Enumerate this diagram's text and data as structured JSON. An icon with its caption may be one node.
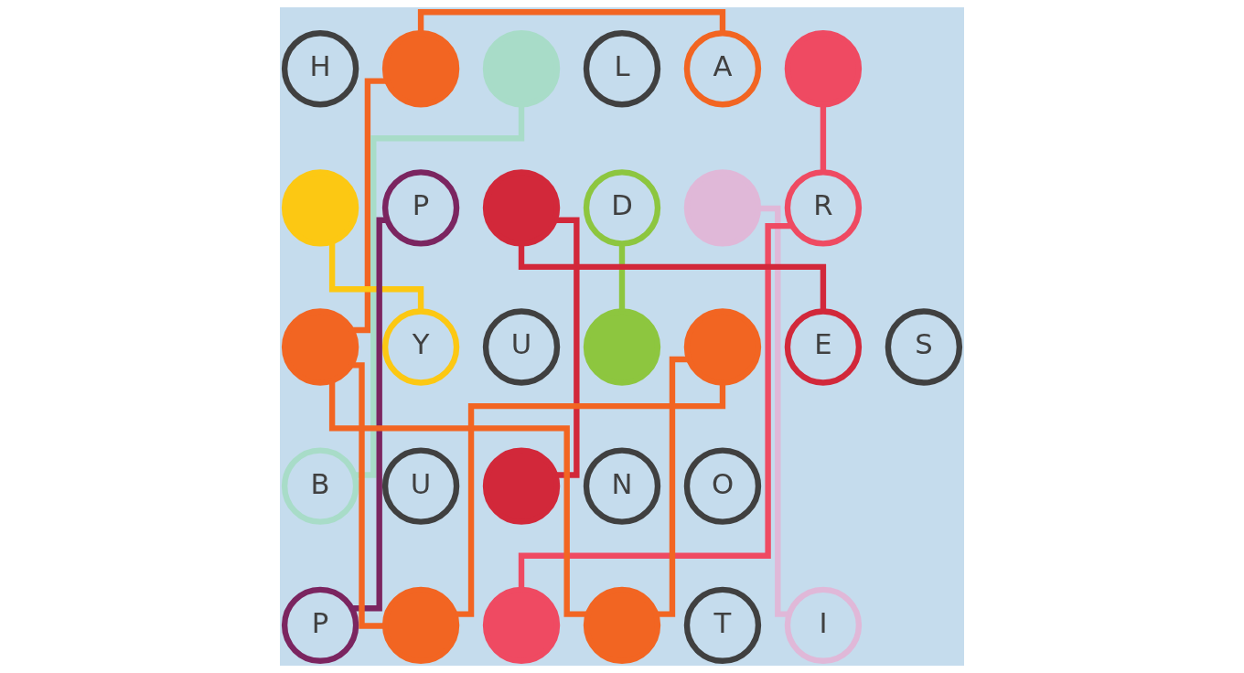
{
  "diagram": {
    "nodes": [
      {
        "text": [
          "H"
        ]
      },
      {
        "text": [],
        "shape": "circle"
      },
      {
        "text": [],
        "shape": "circle"
      },
      {
        "text": [
          "L"
        ]
      },
      {
        "text": [
          "A"
        ]
      },
      {
        "text": [],
        "shape": "circle"
      },
      {
        "text": [],
        "shape": "circle"
      },
      {
        "text": [
          "P"
        ]
      },
      {
        "text": [],
        "shape": "circle"
      },
      {
        "text": [
          "D"
        ]
      },
      {
        "text": [],
        "shape": "circle"
      },
      {
        "text": [
          "R"
        ]
      },
      {
        "text": [],
        "shape": "circle"
      },
      {
        "text": [
          "Y"
        ]
      },
      {
        "text": [
          "U"
        ]
      },
      {
        "text": [],
        "shape": "circle"
      },
      {
        "text": [],
        "shape": "circle"
      },
      {
        "text": [
          "E"
        ]
      },
      {
        "text": [
          "S"
        ]
      },
      {
        "text": [
          "B"
        ]
      },
      {
        "text": [
          "U"
        ]
      },
      {
        "text": [],
        "shape": "circle"
      },
      {
        "text": [
          "N"
        ]
      },
      {
        "text": [
          "O"
        ]
      },
      {
        "text": [
          "P"
        ]
      },
      {
        "text": [],
        "shape": "circle"
      },
      {
        "text": [],
        "shape": "circle"
      },
      {
        "text": [],
        "shape": "circle"
      },
      {
        "text": [
          "T"
        ]
      },
      {
        "text": [
          "I"
        ]
      }
    ],
    "edges": [
      {
        "from": 1,
        "to": 4,
        "arrow": "none",
        "color": "#f26522"
      },
      {
        "from": 1,
        "to": 12,
        "arrow": "none",
        "color": "#f26522"
      },
      {
        "from": 12,
        "to": 25,
        "arrow": "none",
        "color": "#f26522"
      },
      {
        "from": 12,
        "to": 27,
        "arrow": "none",
        "color": "#f26522"
      },
      {
        "from": 16,
        "to": 25,
        "arrow": "none",
        "color": "#f26522"
      },
      {
        "from": 16,
        "to": 27,
        "arrow": "none",
        "color": "#f26522"
      },
      {
        "from": 2,
        "to": 19,
        "arrow": "none",
        "color": "#a8dcc8"
      },
      {
        "from": 5,
        "to": 11,
        "arrow": "none",
        "color": "#ef4a62"
      },
      {
        "from": 17,
        "to": 8,
        "arrow": "none",
        "color": "#d2283a"
      },
      {
        "from": 8,
        "to": 21,
        "arrow": "none",
        "color": "#d2283a"
      },
      {
        "from": 7,
        "to": 24,
        "arrow": "none",
        "color": "#7b2560"
      },
      {
        "from": 6,
        "to": 13,
        "arrow": "none",
        "color": "#fcc813"
      },
      {
        "from": 9,
        "to": 15,
        "arrow": "none",
        "color": "#8dc63f"
      },
      {
        "from": 10,
        "to": 29,
        "arrow": "none",
        "color": "#e0b8d8"
      },
      {
        "from": 11,
        "to": 26,
        "arrow": "none",
        "color": "#ef4a62"
      }
    ]
  }
}
